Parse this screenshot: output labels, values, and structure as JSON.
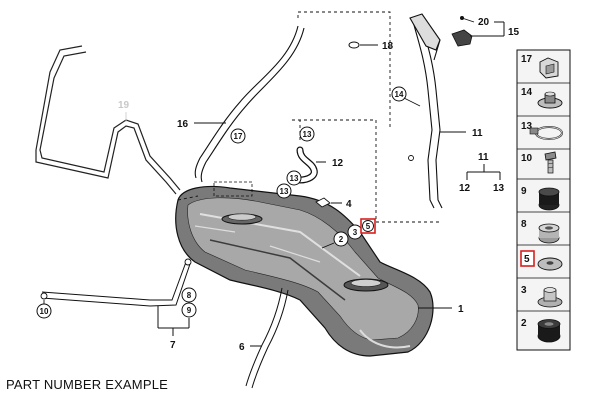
{
  "caption": "PART NUMBER EXAMPLE",
  "colors": {
    "ink": "#111111",
    "faded": "#c8c8c8",
    "highlight": "#d62020",
    "tank_dark": "#5a5a5a",
    "tank_light": "#bdbdbd"
  },
  "labels": {
    "n1": "1",
    "n2": "2",
    "n3": "3",
    "n4": "4",
    "n5": "5",
    "n6": "6",
    "n7": "7",
    "n8": "8",
    "n9": "9",
    "n10": "10",
    "n11": "11",
    "n11b": "11",
    "n12": "12",
    "n12b": "12",
    "n13": "13",
    "n13b": "13",
    "n13c": "13",
    "n14": "14",
    "n15": "15",
    "n16": "16",
    "n17": "17",
    "n18": "18",
    "n19": "19",
    "n20": "20"
  },
  "legend": [
    "17",
    "14",
    "13",
    "10",
    "9",
    "8",
    "5",
    "3",
    "2"
  ],
  "highlighted_part": "5"
}
